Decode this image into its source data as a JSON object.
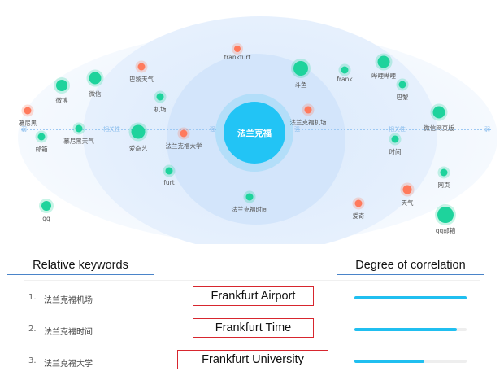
{
  "graph": {
    "center_label": "法兰克福",
    "axis_left_strong": "强",
    "axis_right_strong": "强",
    "axis_relevance_left": "相关性",
    "axis_relevance_right": "相关性",
    "axis_left_weak": "弱",
    "axis_right_weak": "弱",
    "nodes": [
      {
        "label": "frankfurt",
        "color": "red"
      },
      {
        "label": "斗鱼",
        "color": "green"
      },
      {
        "label": "frank",
        "color": "green"
      },
      {
        "label": "哔哩哔哩",
        "color": "green"
      },
      {
        "label": "巴黎",
        "color": "green"
      },
      {
        "label": "巴黎天气",
        "color": "red"
      },
      {
        "label": "微博",
        "color": "green"
      },
      {
        "label": "微信",
        "color": "green"
      },
      {
        "label": "机场",
        "color": "green"
      },
      {
        "label": "慕尼黑",
        "color": "red"
      },
      {
        "label": "邮箱",
        "color": "green"
      },
      {
        "label": "慕尼黑天气",
        "color": "green"
      },
      {
        "label": "爱奇艺",
        "color": "green"
      },
      {
        "label": "法兰克福大学",
        "color": "red"
      },
      {
        "label": "法兰克福机场",
        "color": "red"
      },
      {
        "label": "微信网页版",
        "color": "green"
      },
      {
        "label": "时间",
        "color": "green"
      },
      {
        "label": "furt",
        "color": "green"
      },
      {
        "label": "网页",
        "color": "green"
      },
      {
        "label": "法兰克福时间",
        "color": "green"
      },
      {
        "label": "天气",
        "color": "red"
      },
      {
        "label": "qq",
        "color": "green"
      },
      {
        "label": "爱奇",
        "color": "red"
      },
      {
        "label": "qq邮箱",
        "color": "green"
      }
    ]
  },
  "headers": {
    "relative_keywords": "Relative keywords",
    "degree_of_correlation": "Degree of correlation"
  },
  "rows": [
    {
      "rank": "1.",
      "keyword": "法兰克福机场",
      "translation": "Frankfurt Airport",
      "correlation": 1.0
    },
    {
      "rank": "2.",
      "keyword": "法兰克福时间",
      "translation": "Frankfurt Time",
      "correlation": 0.91
    },
    {
      "rank": "3.",
      "keyword": "法兰克福大学",
      "translation": "Frankfurt University",
      "correlation": 0.62
    }
  ],
  "colors": {
    "green_node": "#1ed39c",
    "red_node": "#ff7a5c",
    "center_node": "#22c4f5",
    "bar": "#20bff0",
    "header_border": "#4a84c9",
    "translation_border": "#d7262e"
  }
}
